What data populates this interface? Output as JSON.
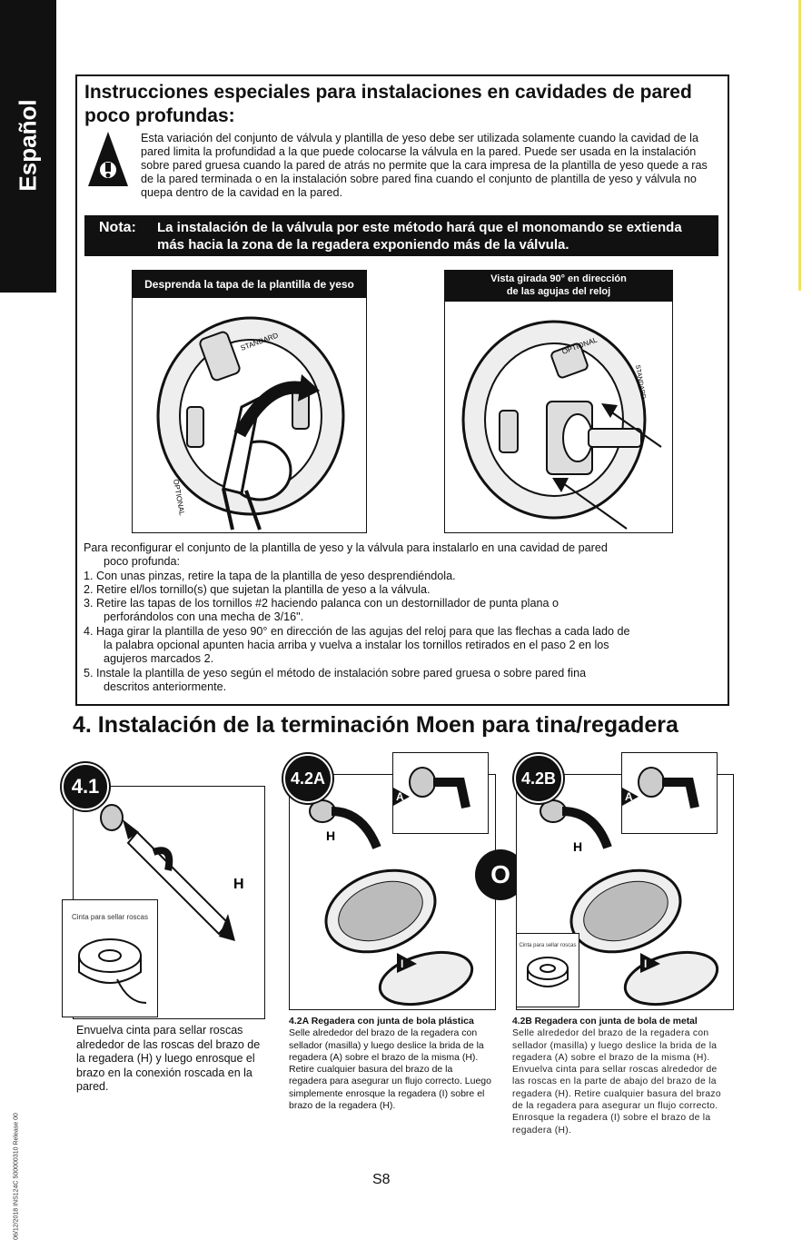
{
  "side_tab": "Español",
  "section_box": {
    "title": "Instrucciones especiales para instalaciones en cavidades de pared poco profundas:",
    "warning_text": "Esta variación del conjunto de válvula y plantilla de yeso debe ser utilizada solamente cuando la cavidad de la pared limita la profundidad a la que puede colocarse la válvula en la pared.  Puede ser usada en la instalación sobre pared gruesa cuando la pared de atrás no permite que la cara impresa de la plantilla de yeso quede a ras de la pared terminada o en la instalación sobre pared fina cuando el conjunto de plantilla de yeso y válvula no quepa dentro de la cavidad en la pared.",
    "nota_label": "Nota:",
    "nota_text": "La instalación de la válvula por este método hará que el monomando se extienda más hacia la zona de la regadera exponiendo más de la válvula.",
    "figure_left_header": "Desprenda la tapa de la plantilla de yeso",
    "figure_right_header_line1": "Vista girada 90° en dirección",
    "figure_right_header_line2": "de las agujas del reloj",
    "figure_label_standard": "STANDARD",
    "figure_label_optional": "OPTIONAL",
    "intro_line1": "Para reconfigurar el conjunto de la plantilla de yeso y la válvula para instalarlo en una cavidad de pared",
    "intro_line2": "poco profunda:",
    "step1": "1. Con unas pinzas, retire la tapa de la plantilla de yeso desprendiéndola.",
    "step2": "2. Retire el/los tornillo(s) que sujetan la plantilla de yeso a la válvula.",
    "step3a": "3. Retire las tapas de los tornillos #2 haciendo palanca con un destornillador de punta plana o",
    "step3b": "perforándolos con una mecha de 3/16\".",
    "step4a": "4. Haga girar la plantilla de yeso 90° en dirección de las agujas del reloj para que las flechas a cada lado de",
    "step4b": "la palabra opcional apunten hacia arriba y vuelva a instalar los tornillos retirados en el paso 2 en los",
    "step4c": "agujeros marcados 2.",
    "step5a": "5. Instale la plantilla de yeso según el método de instalación sobre pared gruesa o sobre pared fina",
    "step5b": "descritos anteriormente."
  },
  "section4": {
    "heading": "4. Instalación de la terminación Moen para tina/regadera",
    "badge_41": "4.1",
    "badge_42a": "4.2A",
    "badge_42b": "4.2B",
    "or_badge": "O",
    "label_h": "H",
    "label_a": "A",
    "label_i": "I",
    "inset_41": "Cinta para sellar roscas",
    "inset_42b": "Cinta para sellar roscas",
    "caption_41": "Envuelva cinta para sellar roscas alrededor de las roscas del brazo de la regadera (H) y luego enrosque el brazo en la conexión roscada en la pared.",
    "caption_42a_title": "4.2A Regadera con junta de bola plástica",
    "caption_42a_text": "Selle alrededor del brazo de la regadera con sellador (masilla) y luego deslice la brida de la regadera (A) sobre el brazo de la misma (H). Retire cualquier basura del brazo de la regadera para asegurar un flujo correcto. Luego simplemente enrosque la regadera (I) sobre el brazo de la regadera (H).",
    "caption_42b_title": "4.2B Regadera con junta de bola de metal",
    "caption_42b_text": "Selle alrededor del brazo de la regadera con sellador (masilla) y luego deslice la brida de la regadera (A) sobre el brazo de la misma (H). Envuelva cinta para sellar roscas alrededor de las roscas en la parte de abajo del brazo de la regadera (H). Retire cualquier basura del brazo de la regadera para asegurar un flujo correcto. Enrosque la regadera (I) sobre el brazo de la regadera (H)."
  },
  "page_number": "S8",
  "margin_code": "06/12/2018  INS124C  500000310  Release 00"
}
